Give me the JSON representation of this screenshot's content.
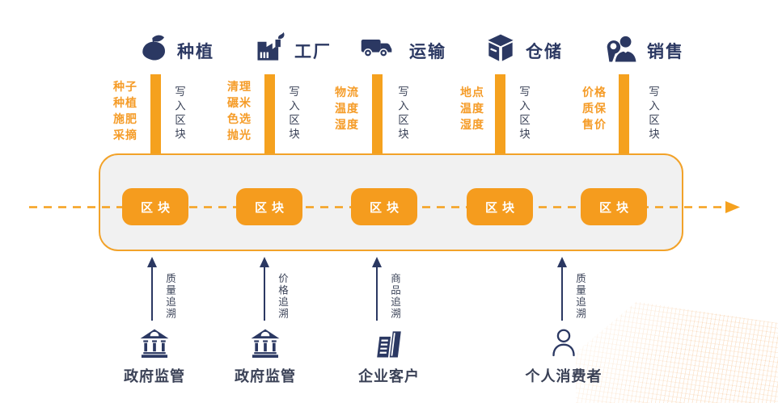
{
  "colors": {
    "orange": "#F5A11E",
    "orange_text": "#F59C28",
    "navy": "#2B3862",
    "container_fill": "#F1F1F1",
    "block_text": "#FFFFFF"
  },
  "stations": [
    {
      "name": "种植",
      "icon": "seed-icon",
      "inputs": [
        "种子",
        "种植",
        "施肥",
        "采摘"
      ],
      "arrow_label": "写入区块"
    },
    {
      "name": "工厂",
      "icon": "factory-icon",
      "inputs": [
        "清理",
        "碾米",
        "色选",
        "抛光"
      ],
      "arrow_label": "写入区块"
    },
    {
      "name": "运输",
      "icon": "truck-icon",
      "inputs": [
        "物流",
        "温度",
        "湿度"
      ],
      "arrow_label": "写入区块"
    },
    {
      "name": "仓储",
      "icon": "warehouse-icon",
      "inputs": [
        "地点",
        "温度",
        "湿度"
      ],
      "arrow_label": "写入区块"
    },
    {
      "name": "销售",
      "icon": "sales-icon",
      "inputs": [
        "价格",
        "质保",
        "售价"
      ],
      "arrow_label": "写入区块"
    }
  ],
  "chain": {
    "blocks": [
      "区块",
      "区块",
      "区块",
      "区块",
      "区块"
    ]
  },
  "consumers": [
    {
      "name": "政府监管",
      "icon": "government-icon",
      "trace_label": "质量追溯"
    },
    {
      "name": "政府监管",
      "icon": "government-icon",
      "trace_label": "价格追溯"
    },
    {
      "name": "企业客户",
      "icon": "company-icon",
      "trace_label": "商品追溯"
    },
    {
      "name": "个人消费者",
      "icon": "person-icon",
      "trace_label": "质量追溯"
    }
  ]
}
